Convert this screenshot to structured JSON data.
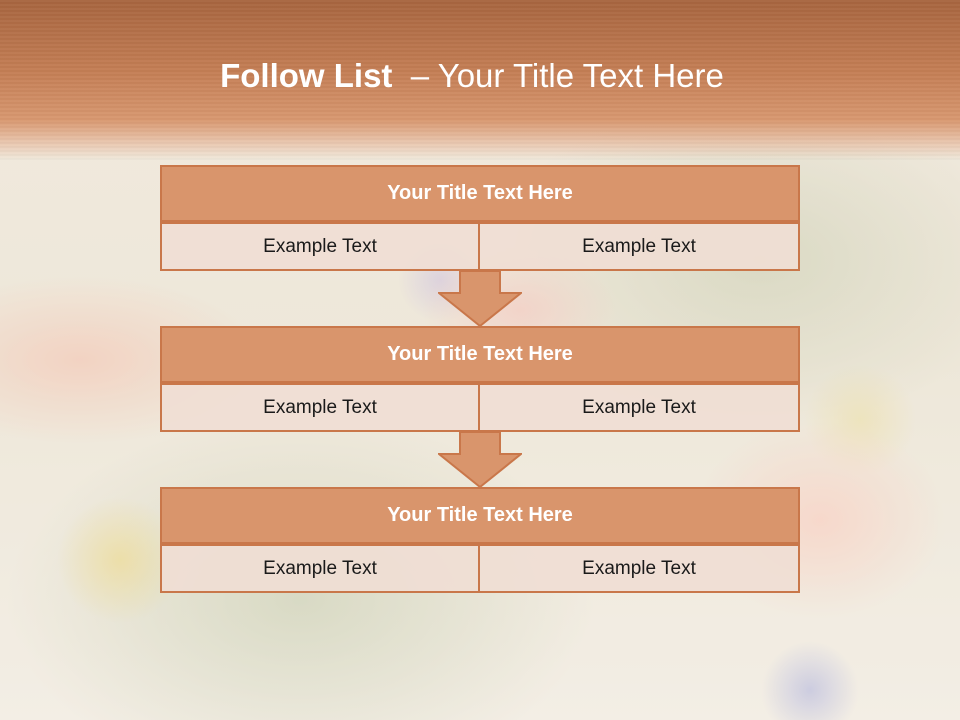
{
  "slide": {
    "title_bold": "Follow List",
    "title_rest": "– Your Title Text Here",
    "steps": [
      {
        "title": "Your Title Text Here",
        "left": "Example Text",
        "right": "Example Text"
      },
      {
        "title": "Your Title Text Here",
        "left": "Example Text",
        "right": "Example Text"
      },
      {
        "title": "Your Title Text Here",
        "left": "Example Text",
        "right": "Example Text"
      }
    ]
  },
  "colors": {
    "accent": "#d9956c",
    "border": "#c9774a",
    "cell_bg": "#f0ded4",
    "band_top": "#a7653f"
  }
}
